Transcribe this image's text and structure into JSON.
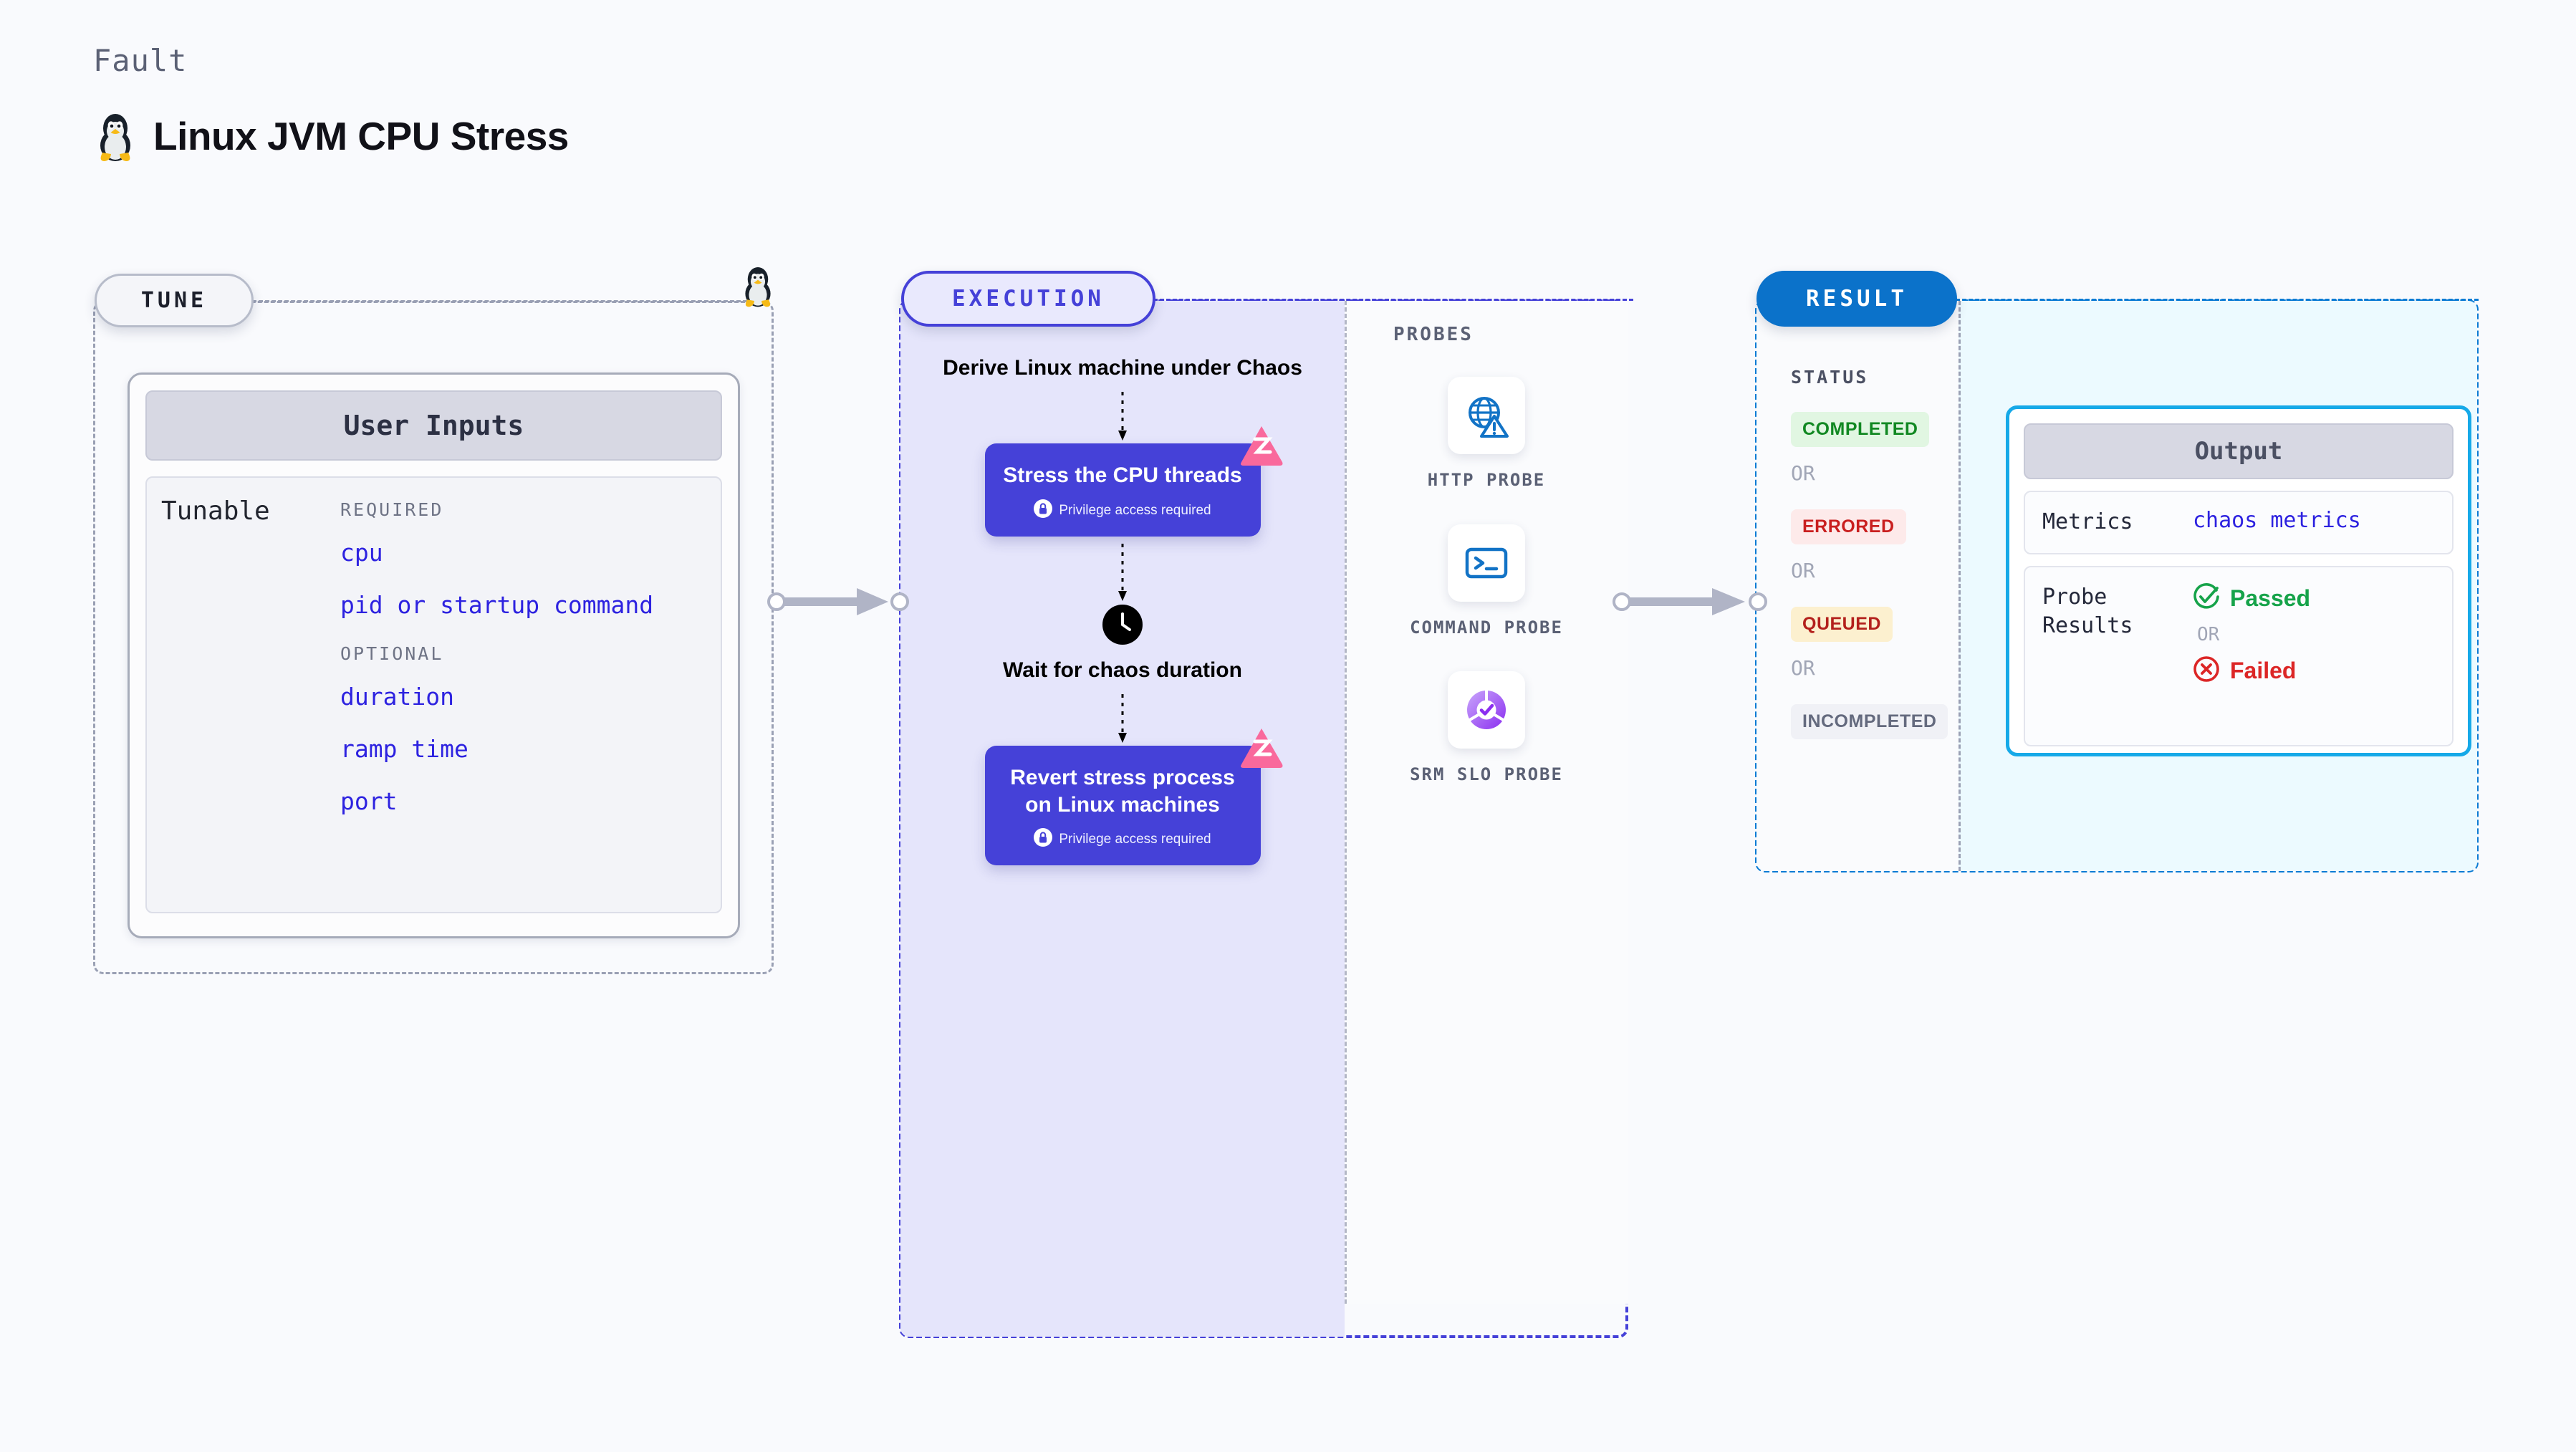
{
  "header": {
    "eyebrow": "Fault",
    "title": "Linux JVM CPU Stress",
    "icon": "tux-penguin-icon"
  },
  "stages": {
    "tune": {
      "badge": "TUNE",
      "card": {
        "title": "User Inputs",
        "row_label": "Tunable",
        "groups": [
          {
            "title": "REQUIRED",
            "items": [
              "cpu",
              "pid or startup command"
            ]
          },
          {
            "title": "OPTIONAL",
            "items": [
              "duration",
              "ramp time",
              "port"
            ]
          }
        ]
      }
    },
    "execution": {
      "badge": "EXECUTION",
      "steps": [
        {
          "type": "text",
          "label": "Derive Linux machine under Chaos"
        },
        {
          "type": "card",
          "label": "Stress the CPU threads",
          "note": "Privilege access required",
          "note_icon": "lock-icon",
          "corner_icon": "litmus-logo-icon"
        },
        {
          "type": "clock",
          "label": "Wait for chaos duration",
          "icon": "clock-icon"
        },
        {
          "type": "card",
          "label": "Revert stress process on Linux machines",
          "note": "Privilege access required",
          "note_icon": "lock-icon",
          "corner_icon": "litmus-logo-icon"
        }
      ],
      "probes": {
        "title": "PROBES",
        "items": [
          {
            "label": "HTTP PROBE",
            "icon": "globe-warning-icon"
          },
          {
            "label": "COMMAND PROBE",
            "icon": "terminal-icon"
          },
          {
            "label": "SRM SLO PROBE",
            "icon": "slo-donut-check-icon"
          }
        ]
      }
    },
    "result": {
      "badge": "RESULT",
      "status": {
        "title": "STATUS",
        "or_label": "OR",
        "values": [
          {
            "label": "COMPLETED",
            "style": "completed"
          },
          {
            "label": "ERRORED",
            "style": "errored"
          },
          {
            "label": "QUEUED",
            "style": "queued"
          },
          {
            "label": "INCOMPLETED",
            "style": "incompleted"
          }
        ]
      },
      "output": {
        "title": "Output",
        "metrics_key": "Metrics",
        "metrics_value": "chaos metrics",
        "probe_key": "Probe Results",
        "probe_passed": "Passed",
        "probe_failed": "Failed",
        "or_label": "OR",
        "passed_icon": "check-circle-icon",
        "failed_icon": "x-circle-icon"
      }
    }
  },
  "colors": {
    "background": "#f9fafd",
    "tune_border": "#9aa0b4",
    "execution_accent": "#4541d8",
    "execution_fill": "#e5e5fb",
    "result_accent": "#0b7bd4",
    "result_fill": "#ecfaff",
    "output_border": "#16a9e8",
    "tunable_text": "#2d22e0",
    "litmus_pink": "#f9699c",
    "status_completed": "#118822",
    "status_errored": "#c91f1f",
    "status_queued": "#b3201c",
    "status_incompleted": "#646a7e",
    "passed": "#16a34a",
    "failed": "#dc2626"
  }
}
